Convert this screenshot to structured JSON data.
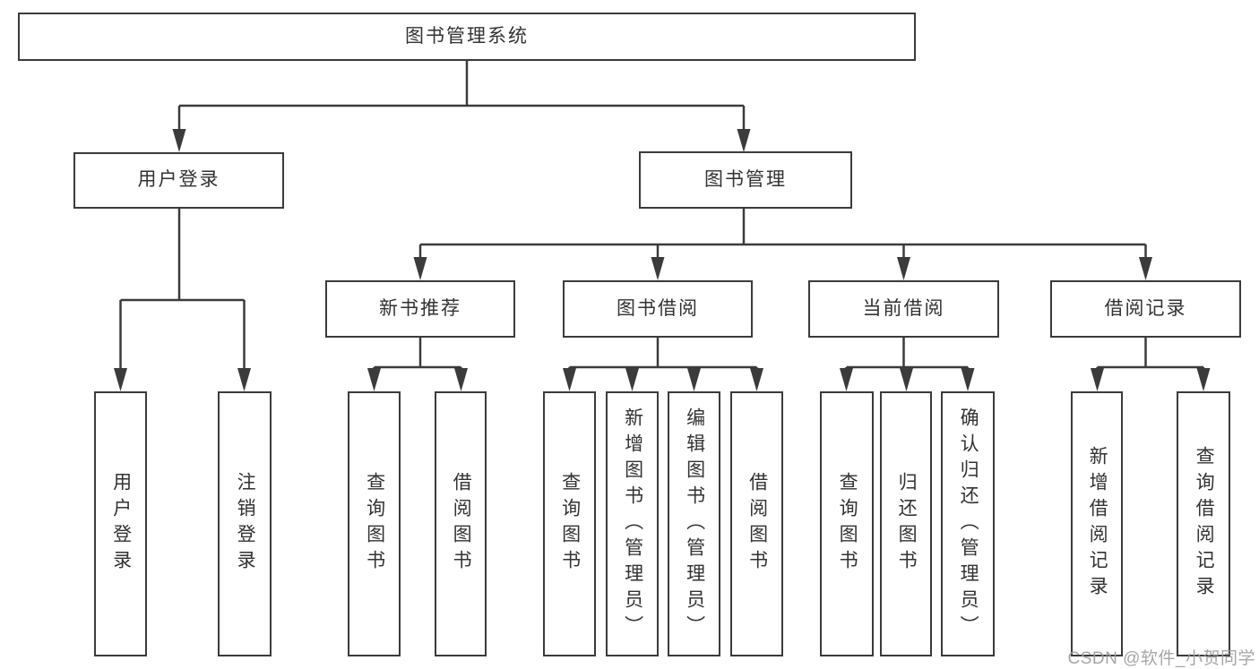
{
  "diagram_title": "图书管理系统",
  "colors": {
    "line": "#3b3b3b",
    "box_border": "#3b3b3b",
    "text": "#323232",
    "background": "#ffffff",
    "watermark": "#9e9e9e"
  },
  "watermark": {
    "text": "CSDN @软件_小贺同学"
  },
  "tree": {
    "root": {
      "label": "图书管理系统"
    },
    "user_login": {
      "label": "用户登录",
      "children": [
        {
          "label": "用户登录"
        },
        {
          "label": "注销登录"
        }
      ]
    },
    "book_management": {
      "label": "图书管理",
      "sections": [
        {
          "label": "新书推荐",
          "children": [
            {
              "label": "查询图书"
            },
            {
              "label": "借阅图书"
            }
          ]
        },
        {
          "label": "图书借阅",
          "children": [
            {
              "label": "查询图书"
            },
            {
              "label": "新增图书（管理员）"
            },
            {
              "label": "编辑图书（管理员）"
            },
            {
              "label": "借阅图书"
            }
          ]
        },
        {
          "label": "当前借阅",
          "children": [
            {
              "label": "查询图书"
            },
            {
              "label": "归还图书"
            },
            {
              "label": "确认归还（管理员）"
            }
          ]
        },
        {
          "label": "借阅记录",
          "children": [
            {
              "label": "新增借阅记录"
            },
            {
              "label": "查询借阅记录"
            }
          ]
        }
      ]
    }
  }
}
